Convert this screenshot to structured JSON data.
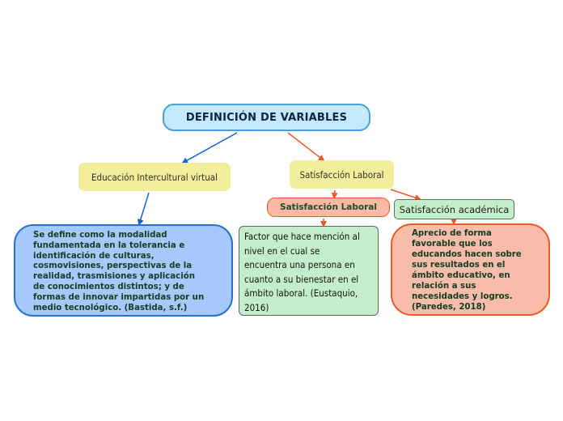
{
  "diagram": {
    "type": "mind-map",
    "root": {
      "label": "DEFINICIÓN DE VARIABLES",
      "color": "#c4e9fb",
      "border": "#4a9fd8"
    },
    "branches": [
      {
        "label": "Educación Intercultural virtual",
        "color": "#f3ee9c",
        "link_color": "#1a5fd0",
        "children": [
          {
            "text": "Se define como la modalidad fundamentada en la tolerancia e identificación de culturas, cosmovisiones, perspectivas de la realidad, trasmisiones y aplicación de conocimientos distintos; y de formas de innovar impartidas por un medio tecnológico. (Bastida, s.f.)",
            "lines": [
              "Se define como la modalidad",
              "fundamentada en la tolerancia e",
              "identificación de culturas,",
              "cosmovisiones, perspectivas de la",
              "realidad, trasmisiones y aplicación",
              "de conocimientos distintos; y de",
              "formas de innovar impartidas por un",
              "medio tecnológico. (Bastida, s.f.)"
            ],
            "color": "#a6c9fb",
            "border": "#2a6ed4"
          }
        ]
      },
      {
        "label": "Satisfacción Laboral",
        "color": "#f3ee9c",
        "link_color": "#ec5a2a",
        "children": [
          {
            "label": "Satisfacción Laboral",
            "color": "#f9b9a4",
            "border": "#ec5a2a",
            "children": [
              {
                "text": "Factor que hace mención al nivel en el cual se encuentra una persona en cuanto a su bienestar en el ámbito laboral. (Eustaquio, 2016)",
                "lines": [
                  "Factor que hace mención al",
                  "nivel en el cual se",
                  "encuentra una persona en",
                  "cuanto a su bienestar en el",
                  "ámbito laboral. (Eustaquio,",
                  "2016)"
                ],
                "color": "#c4eecb",
                "border": "#596b5d"
              }
            ]
          },
          {
            "label": "Satisfacción académica",
            "color": "#c4eecb",
            "border": "#596b5d",
            "children": [
              {
                "text": "Aprecio de forma favorable que los educandos hacen sobre sus resultados en el ámbito educativo, en relación a sus necesidades y logros. (Paredes, 2018)",
                "lines": [
                  "Aprecio de forma",
                  "favorable que los",
                  "educandos hacen sobre",
                  "sus resultados en el",
                  "ámbito educativo, en",
                  "relación a sus",
                  "necesidades y logros.",
                  "(Paredes, 2018)"
                ],
                "color": "#f8bcaa",
                "border": "#ec5a2a"
              }
            ]
          }
        ]
      }
    ]
  }
}
